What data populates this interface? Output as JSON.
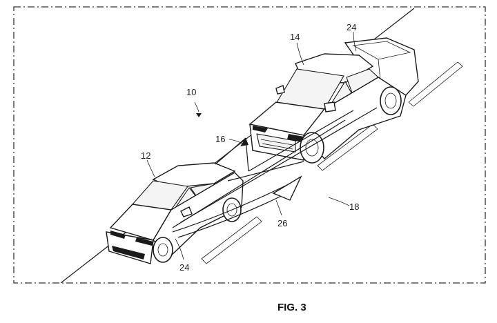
{
  "figure": {
    "caption": "FIG. 3",
    "labels": {
      "system": "10",
      "vehicle_front": "12",
      "vehicle_rear": "14",
      "signal": "16",
      "road": "18",
      "sensor_front": "24",
      "sensor_rear": "24",
      "path": "26"
    }
  }
}
